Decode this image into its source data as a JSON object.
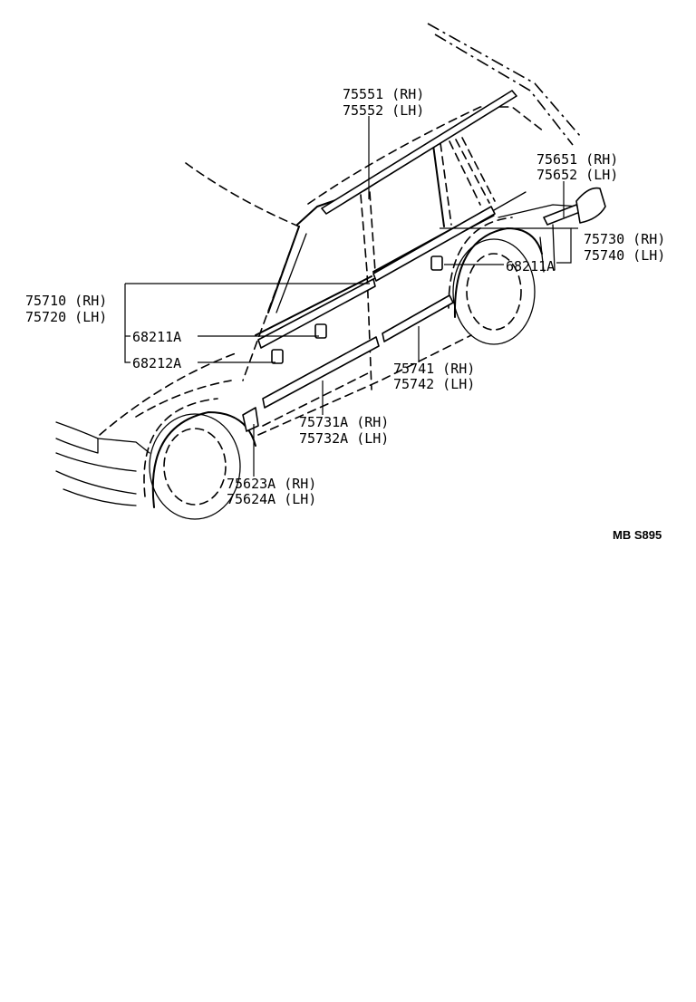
{
  "labels": {
    "roof_molding": {
      "rh": "75551 (RH)",
      "lh": "75552 (LH)"
    },
    "rear_quarter": {
      "rh": "75651 (RH)",
      "lh": "75652 (LH)"
    },
    "rear_body_molding": {
      "rh": "75730 (RH)",
      "lh": "75740 (LH)"
    },
    "clip_rear": "68211A",
    "front_door_molding": {
      "rh": "75710 (RH)",
      "lh": "75720 (LH)"
    },
    "clip_front": "68211A",
    "clip_front_2": "68212A",
    "rear_door_molding": {
      "rh": "75741 (RH)",
      "lh": "75742 (LH)"
    },
    "front_door_lower": {
      "rh": "75731A (RH)",
      "lh": "75732A (LH)"
    },
    "fender_molding": {
      "rh": "75623A (RH)",
      "lh": "75624A (LH)"
    }
  },
  "diagram_code": "MB S895"
}
